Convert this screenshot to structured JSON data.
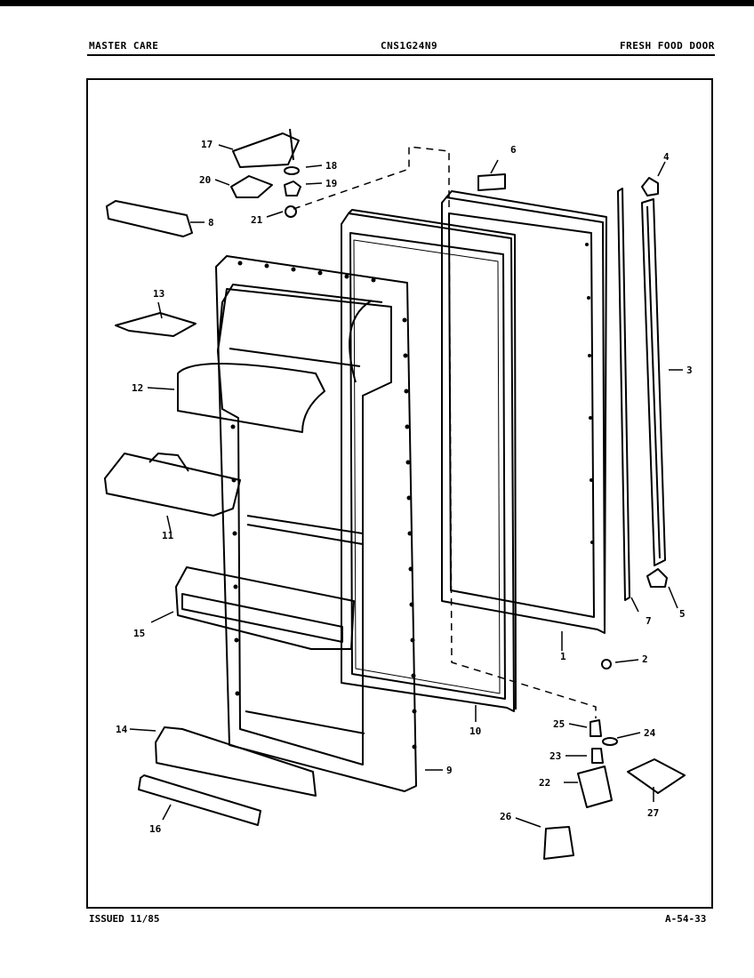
{
  "header": {
    "brand": "MASTER CARE",
    "model": "CNS1G24N9",
    "section": "FRESH FOOD DOOR"
  },
  "footer": {
    "issued": "ISSUED 11/85",
    "page_code": "A-54-33"
  },
  "callouts": [
    "1",
    "2",
    "3",
    "4",
    "5",
    "6",
    "7",
    "8",
    "9",
    "10",
    "11",
    "12",
    "13",
    "14",
    "15",
    "16",
    "17",
    "18",
    "19",
    "20",
    "21",
    "22",
    "23",
    "24",
    "25",
    "26",
    "27"
  ]
}
